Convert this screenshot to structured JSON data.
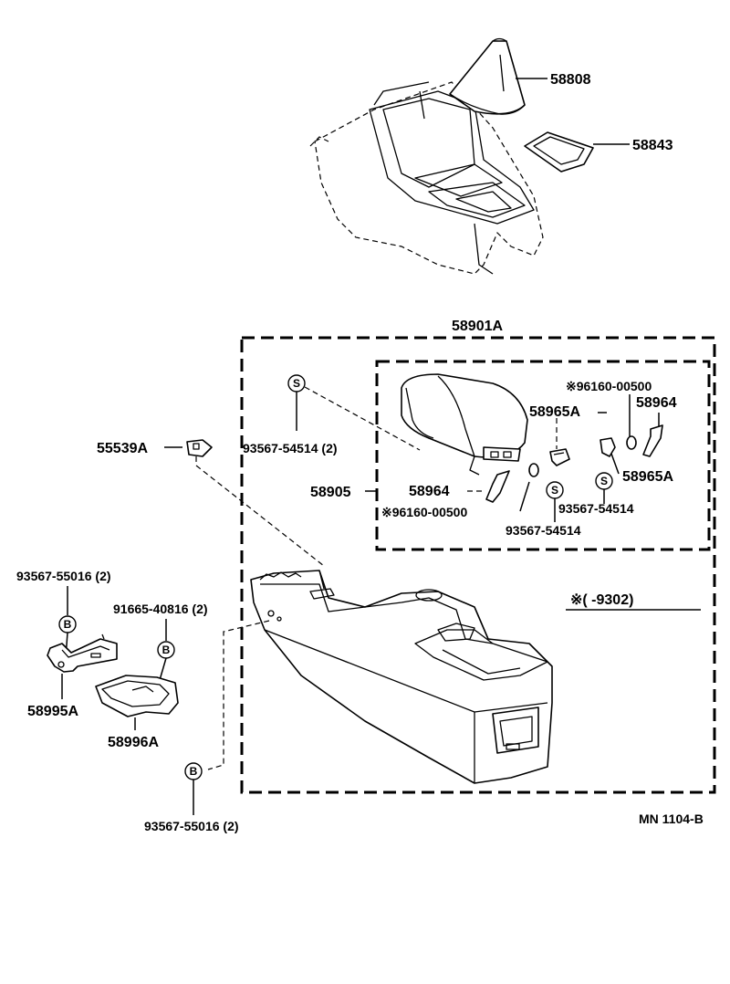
{
  "labels": {
    "p58808": "58808",
    "p58843": "58843",
    "p58901a": "58901A",
    "p55539a": "55539A",
    "p93567_54514_2": "93567-54514 (2)",
    "p96160_top": "※96160-00500",
    "p58964_right": "58964",
    "p58965a_top": "58965A",
    "p58965a_right": "58965A",
    "p58905": "58905",
    "p58964_mid": "58964",
    "p96160_mid": "※96160-00500",
    "p93567_54514_right": "93567-54514",
    "p93567_54514_mid": "93567-54514",
    "p93567_55016_2_left": "93567-55016 (2)",
    "p91665_40816_2": "91665-40816 (2)",
    "p58995a": "58995A",
    "p58996a": "58996A",
    "range_note": "※(        -9302)",
    "p93567_55016_2_bottom": "93567-55016 (2)",
    "drawing_code": "MN 1104-B"
  },
  "callout_letters": {
    "s": "S",
    "b": "B"
  }
}
